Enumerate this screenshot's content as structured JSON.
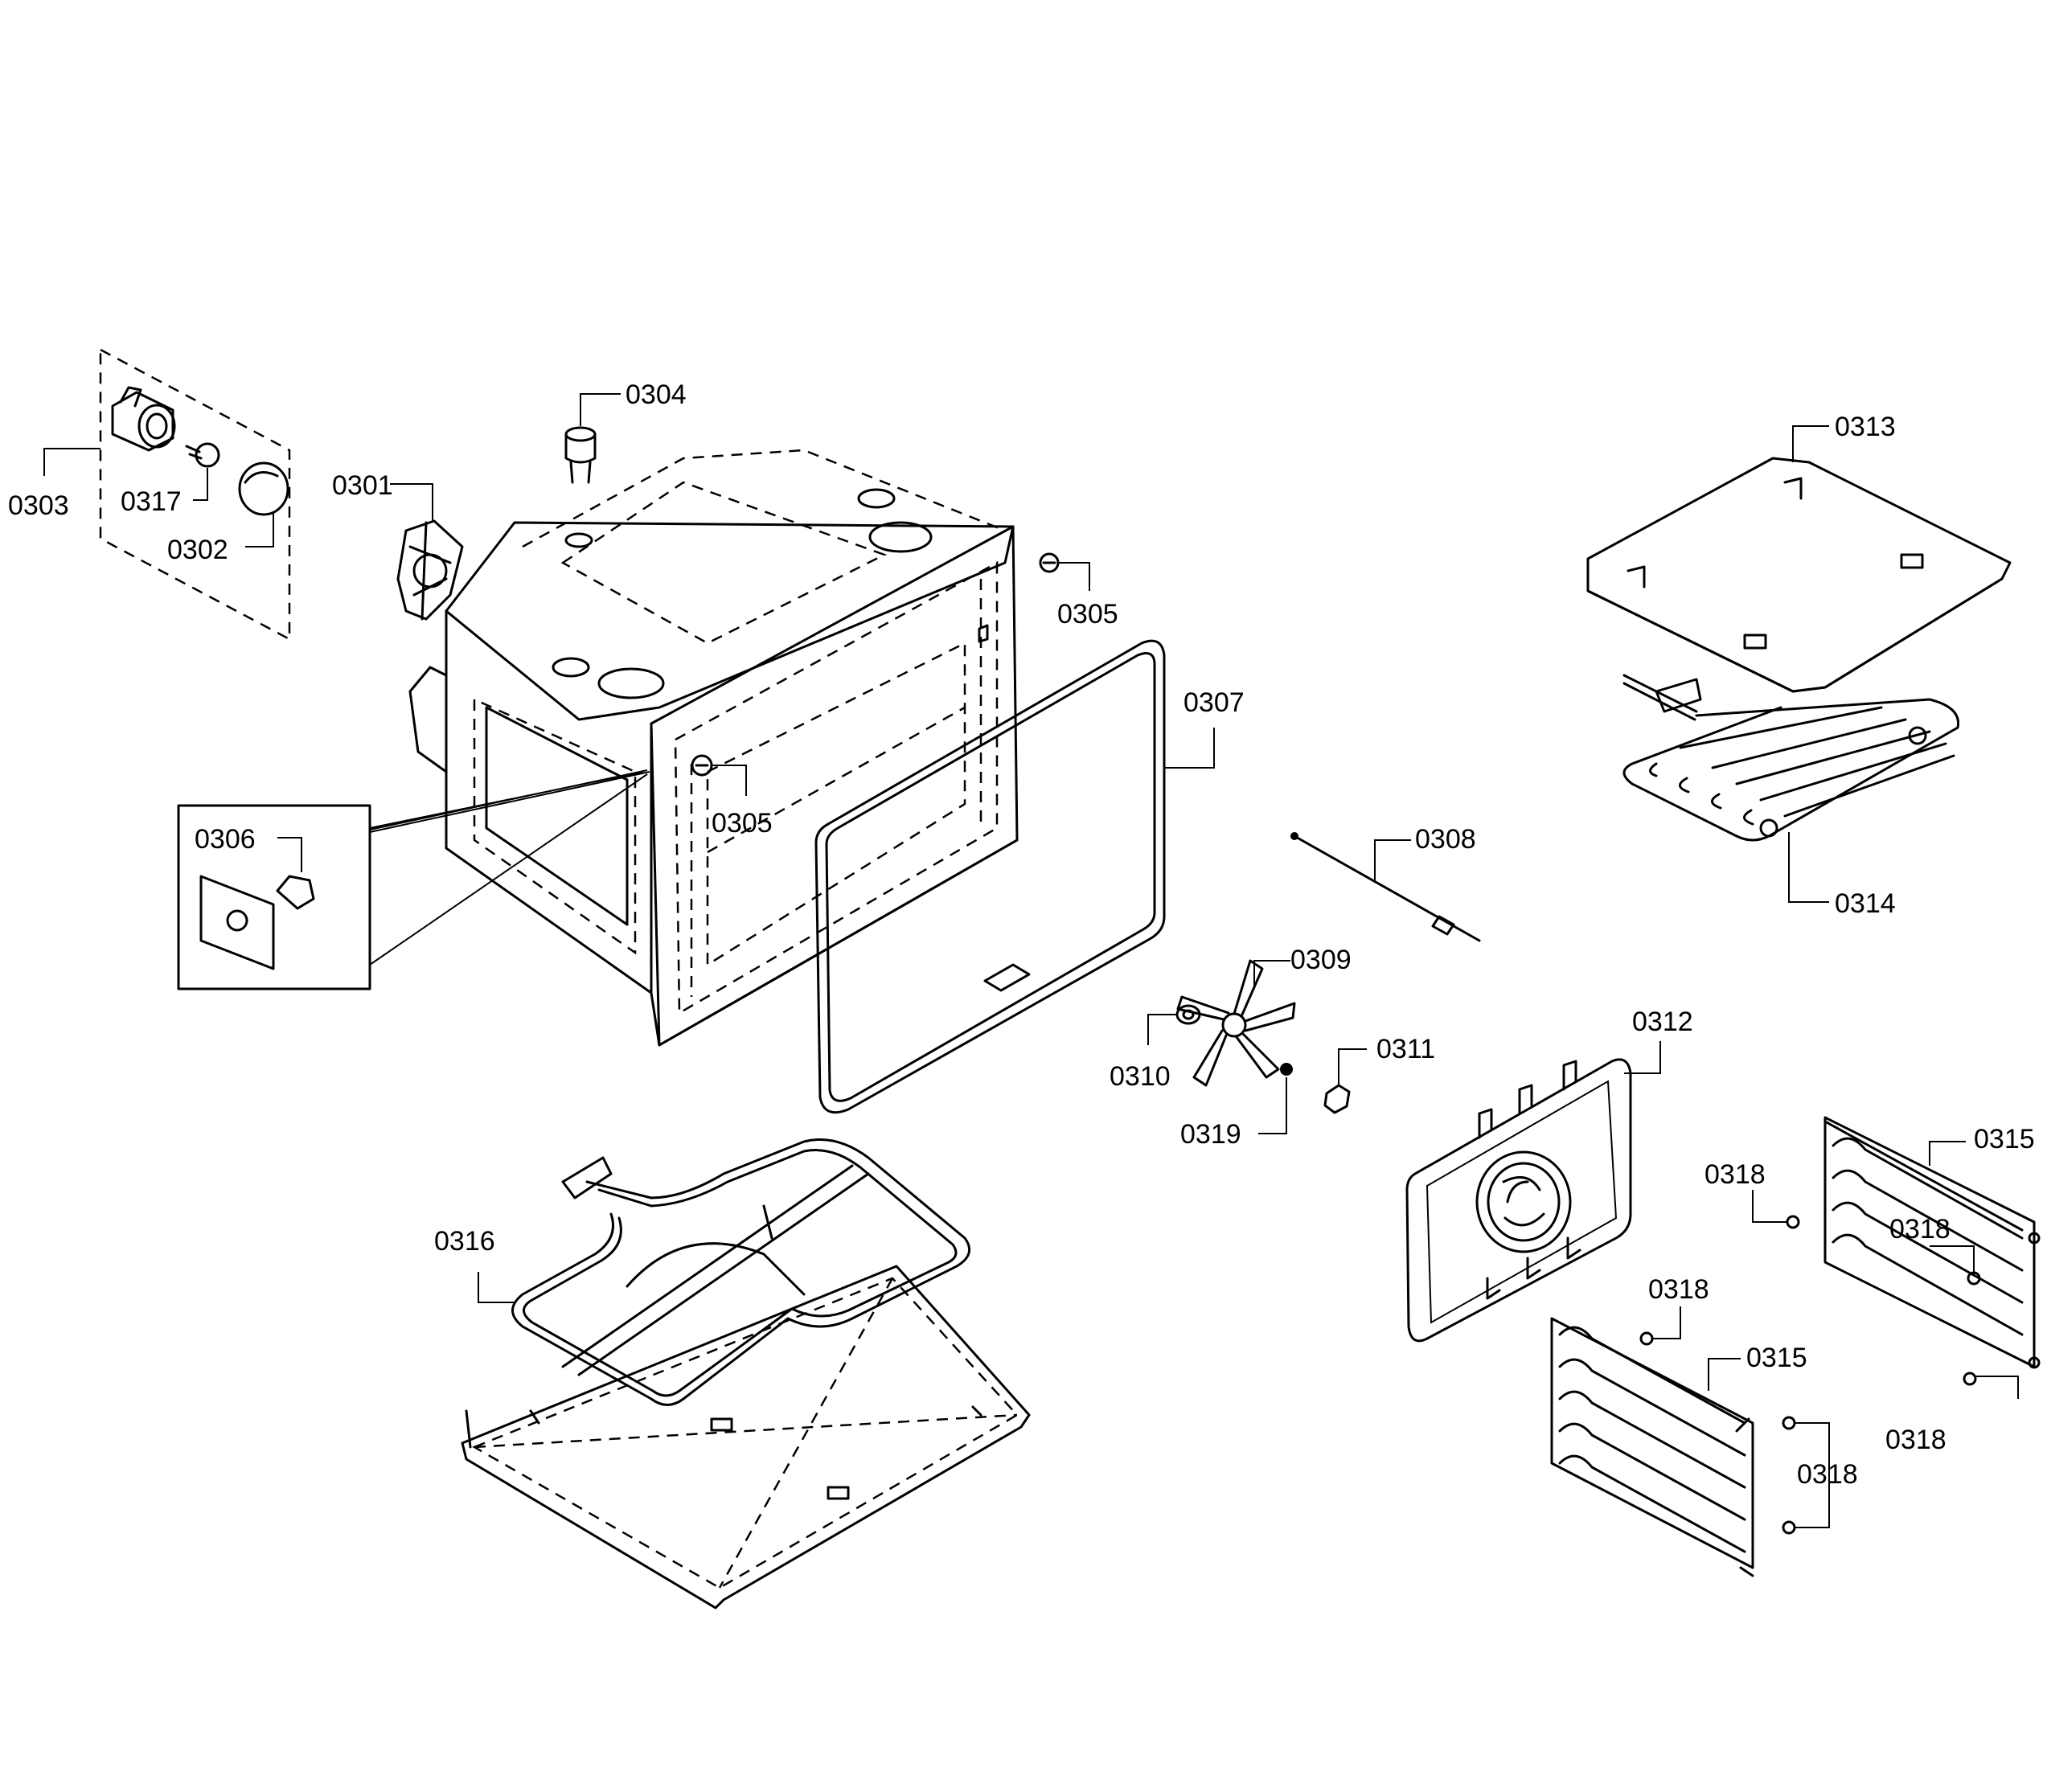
{
  "labels": {
    "p0301": "0301",
    "p0302": "0302",
    "p0303": "0303",
    "p0304": "0304",
    "p0305a": "0305",
    "p0305b": "0305",
    "p0306": "0306",
    "p0307": "0307",
    "p0308": "0308",
    "p0309": "0309",
    "p0310": "0310",
    "p0311": "0311",
    "p0312": "0312",
    "p0313": "0313",
    "p0314": "0314",
    "p0315a": "0315",
    "p0315b": "0315",
    "p0316": "0316",
    "p0317": "0317",
    "p0318a": "0318",
    "p0318b": "0318",
    "p0318c": "0318",
    "p0318d": "0318",
    "p0318e": "0318",
    "p0319": "0319"
  }
}
